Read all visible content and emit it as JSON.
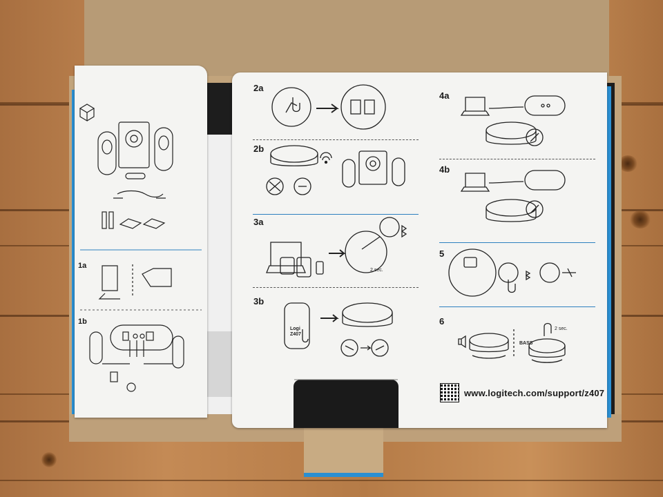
{
  "scene": {
    "description_colors": {
      "wood": "#b27a4a",
      "cardboard": "#c2a47c",
      "panel": "#f4f4f2",
      "accent_blue": "#2b90d4"
    }
  },
  "left_panel": {
    "steps": [
      {
        "label": "1a"
      },
      {
        "label": "1b"
      }
    ]
  },
  "main_panel": {
    "steps": [
      {
        "label": "2a"
      },
      {
        "label": "2b"
      },
      {
        "label": "3a"
      },
      {
        "label": "3b"
      },
      {
        "label": "4a"
      },
      {
        "label": "4b"
      },
      {
        "label": "5"
      },
      {
        "label": "6"
      }
    ],
    "press_time": "2 sec.",
    "press_time_6": "2 sec.",
    "phone_text_line1": "Logi",
    "phone_text_line2": "Z407",
    "bass_label": "BASS",
    "support_url": "www.logitech.com/support/z407"
  }
}
